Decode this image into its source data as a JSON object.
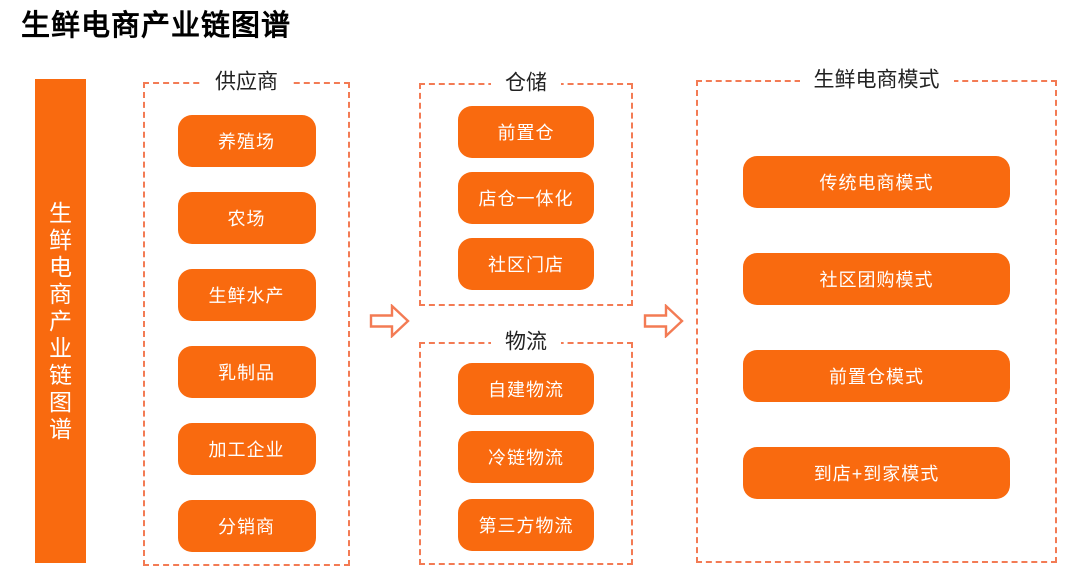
{
  "page_title": "生鲜电商产业链图谱",
  "sidebar": {
    "label": "生鲜电商产业链图谱"
  },
  "groups": {
    "suppliers": {
      "title": "供应商",
      "items": [
        "养殖场",
        "农场",
        "生鲜水产",
        "乳制品",
        "加工企业",
        "分销商"
      ]
    },
    "warehousing": {
      "title": "仓储",
      "items": [
        "前置仓",
        "店仓一体化",
        "社区门店"
      ]
    },
    "logistics": {
      "title": "物流",
      "items": [
        "自建物流",
        "冷链物流",
        "第三方物流"
      ]
    },
    "models": {
      "title": "生鲜电商模式",
      "items": [
        "传统电商模式",
        "社区团购模式",
        "前置仓模式",
        "到店+到家模式"
      ]
    }
  },
  "icons": {
    "flow_arrow": "right-arrow-outline"
  },
  "colors": {
    "accent": "#F96A0F",
    "dashed_border": "#F37B54",
    "node_text": "#FFFFFF",
    "title_text": "#000000"
  }
}
